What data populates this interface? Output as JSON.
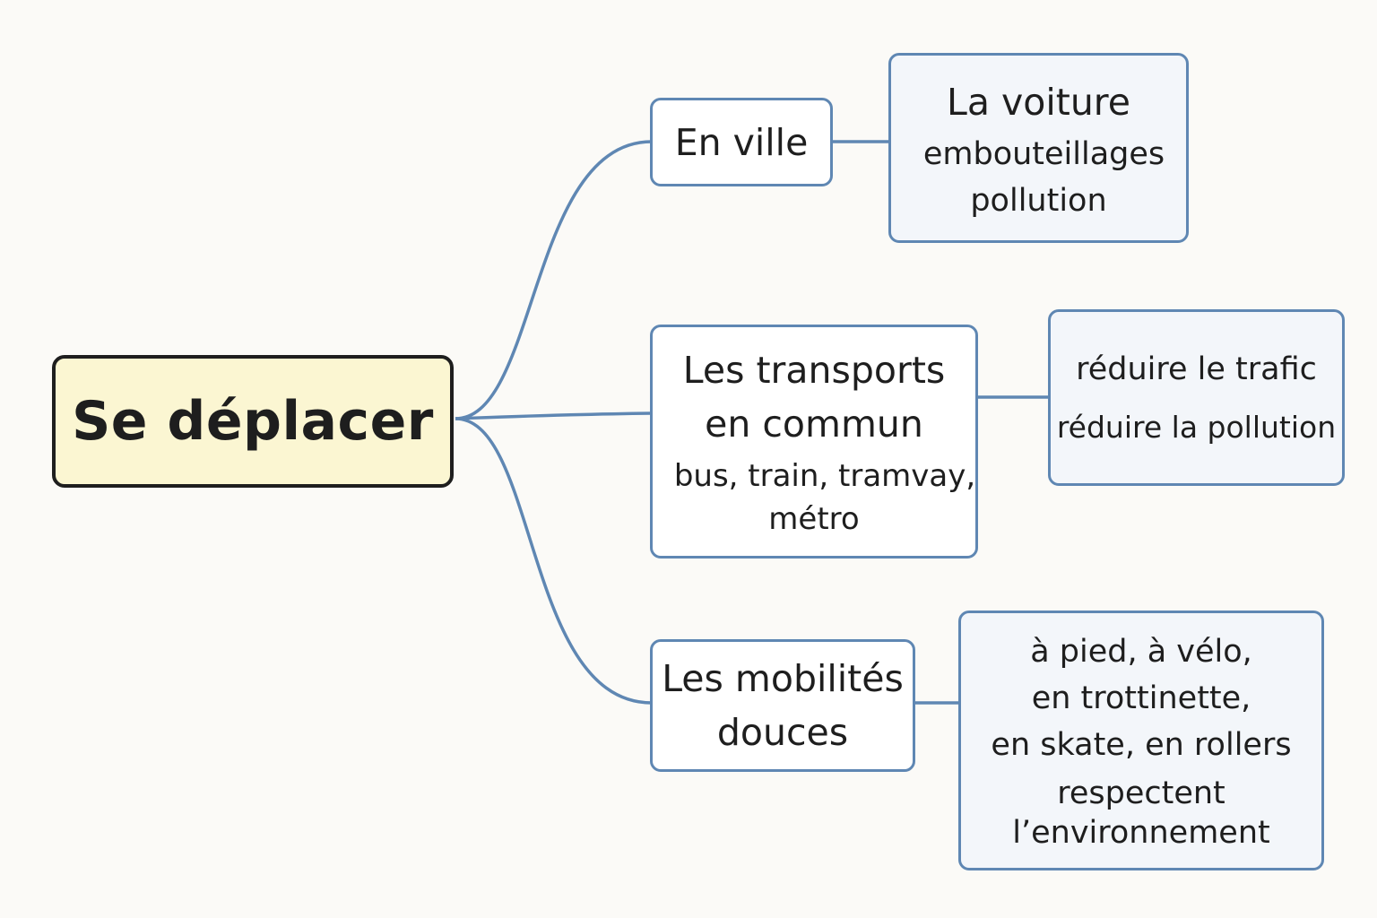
{
  "root": {
    "label": "Se déplacer"
  },
  "branches": [
    {
      "id": "ville",
      "title_lines": [
        "En ville"
      ],
      "sub_lines": [],
      "detail": {
        "title": "La voiture",
        "lines": [
          "embouteillages",
          "pollution"
        ]
      }
    },
    {
      "id": "transports",
      "title_lines": [
        "Les transports",
        "en commun"
      ],
      "sub_lines": [
        "bus, train, tramvay,",
        "métro"
      ],
      "detail": {
        "title": "",
        "lines": [
          "réduire le trafic",
          "réduire la pollution"
        ]
      }
    },
    {
      "id": "mobilites",
      "title_lines": [
        "Les mobilités",
        "douces"
      ],
      "sub_lines": [],
      "detail": {
        "title": "",
        "lines": [
          "à pied, à vélo,",
          "en trottinette,",
          "en skate, en rollers",
          "respectent",
          "l’environnement"
        ]
      }
    }
  ],
  "colors": {
    "link": "#5f87b3",
    "root_fill": "#fbf6d2",
    "root_border": "#1e1e1e",
    "node_border": "#5f87b3",
    "detail_fill": "#f3f6fa",
    "background": "#fbfaf7"
  }
}
